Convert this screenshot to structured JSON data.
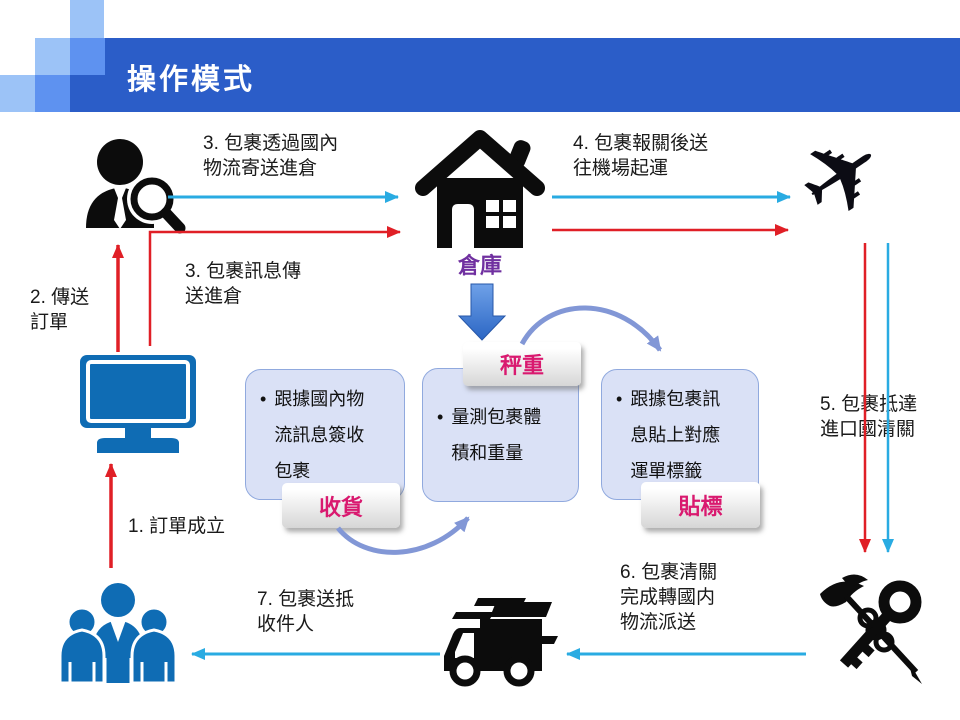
{
  "slide": {
    "title": "操作模式"
  },
  "glyphs": {
    "bullet": "•",
    "plane": "✈"
  },
  "warehouse": {
    "label": "倉庫"
  },
  "steps": {
    "s1": "1. 訂單成立",
    "s2": [
      "2. 傳送",
      "訂單"
    ],
    "s3a": [
      "3. 包裹透過國內",
      "物流寄送進倉"
    ],
    "s3b": [
      "3. 包裹訊息傳",
      "送進倉"
    ],
    "s4": [
      "4. 包裹報關後送",
      "往機場起運"
    ],
    "s5": [
      "5. 包裹抵達",
      "進口國清關"
    ],
    "s6": [
      "6. 包裹清關",
      "完成轉國内",
      "物流派送"
    ],
    "s7": [
      "7. 包裹送抵",
      "收件人"
    ]
  },
  "process_boxes": [
    {
      "label": "收貨",
      "lines": [
        "跟據國內物",
        "流訊息簽收",
        "包裹"
      ]
    },
    {
      "label": "秤重",
      "lines": [
        "量測包裹體",
        "積和重量"
      ]
    },
    {
      "label": "貼標",
      "lines": [
        "跟據包裹訊",
        "息貼上對應",
        "運單標籤"
      ]
    }
  ],
  "icons": {
    "buyer": "buyer-with-magnifier-icon",
    "warehouse": "warehouse-house-icon",
    "airplane": "airplane-icon",
    "computer": "computer-monitor-icon",
    "recipients": "people-group-icon",
    "truck": "delivery-truck-icon",
    "customs": "customs-caduceus-key-icon"
  },
  "colors": {
    "banner_blue": "#2B5DC8",
    "square_light_blue": "#9CC3F7",
    "square_medium_blue": "#5E92F0",
    "flow_blue": "#29ABE2",
    "flow_red": "#E01F26",
    "icon_blue": "#0F6CB4",
    "warehouse_purple": "#7030A0",
    "tag_pink": "#D9196F",
    "box_fill": "#DAE1F6",
    "box_border": "#90A9DE",
    "curve_blue": "#8297D6",
    "block_arrow_blue": "#3C78D8"
  }
}
